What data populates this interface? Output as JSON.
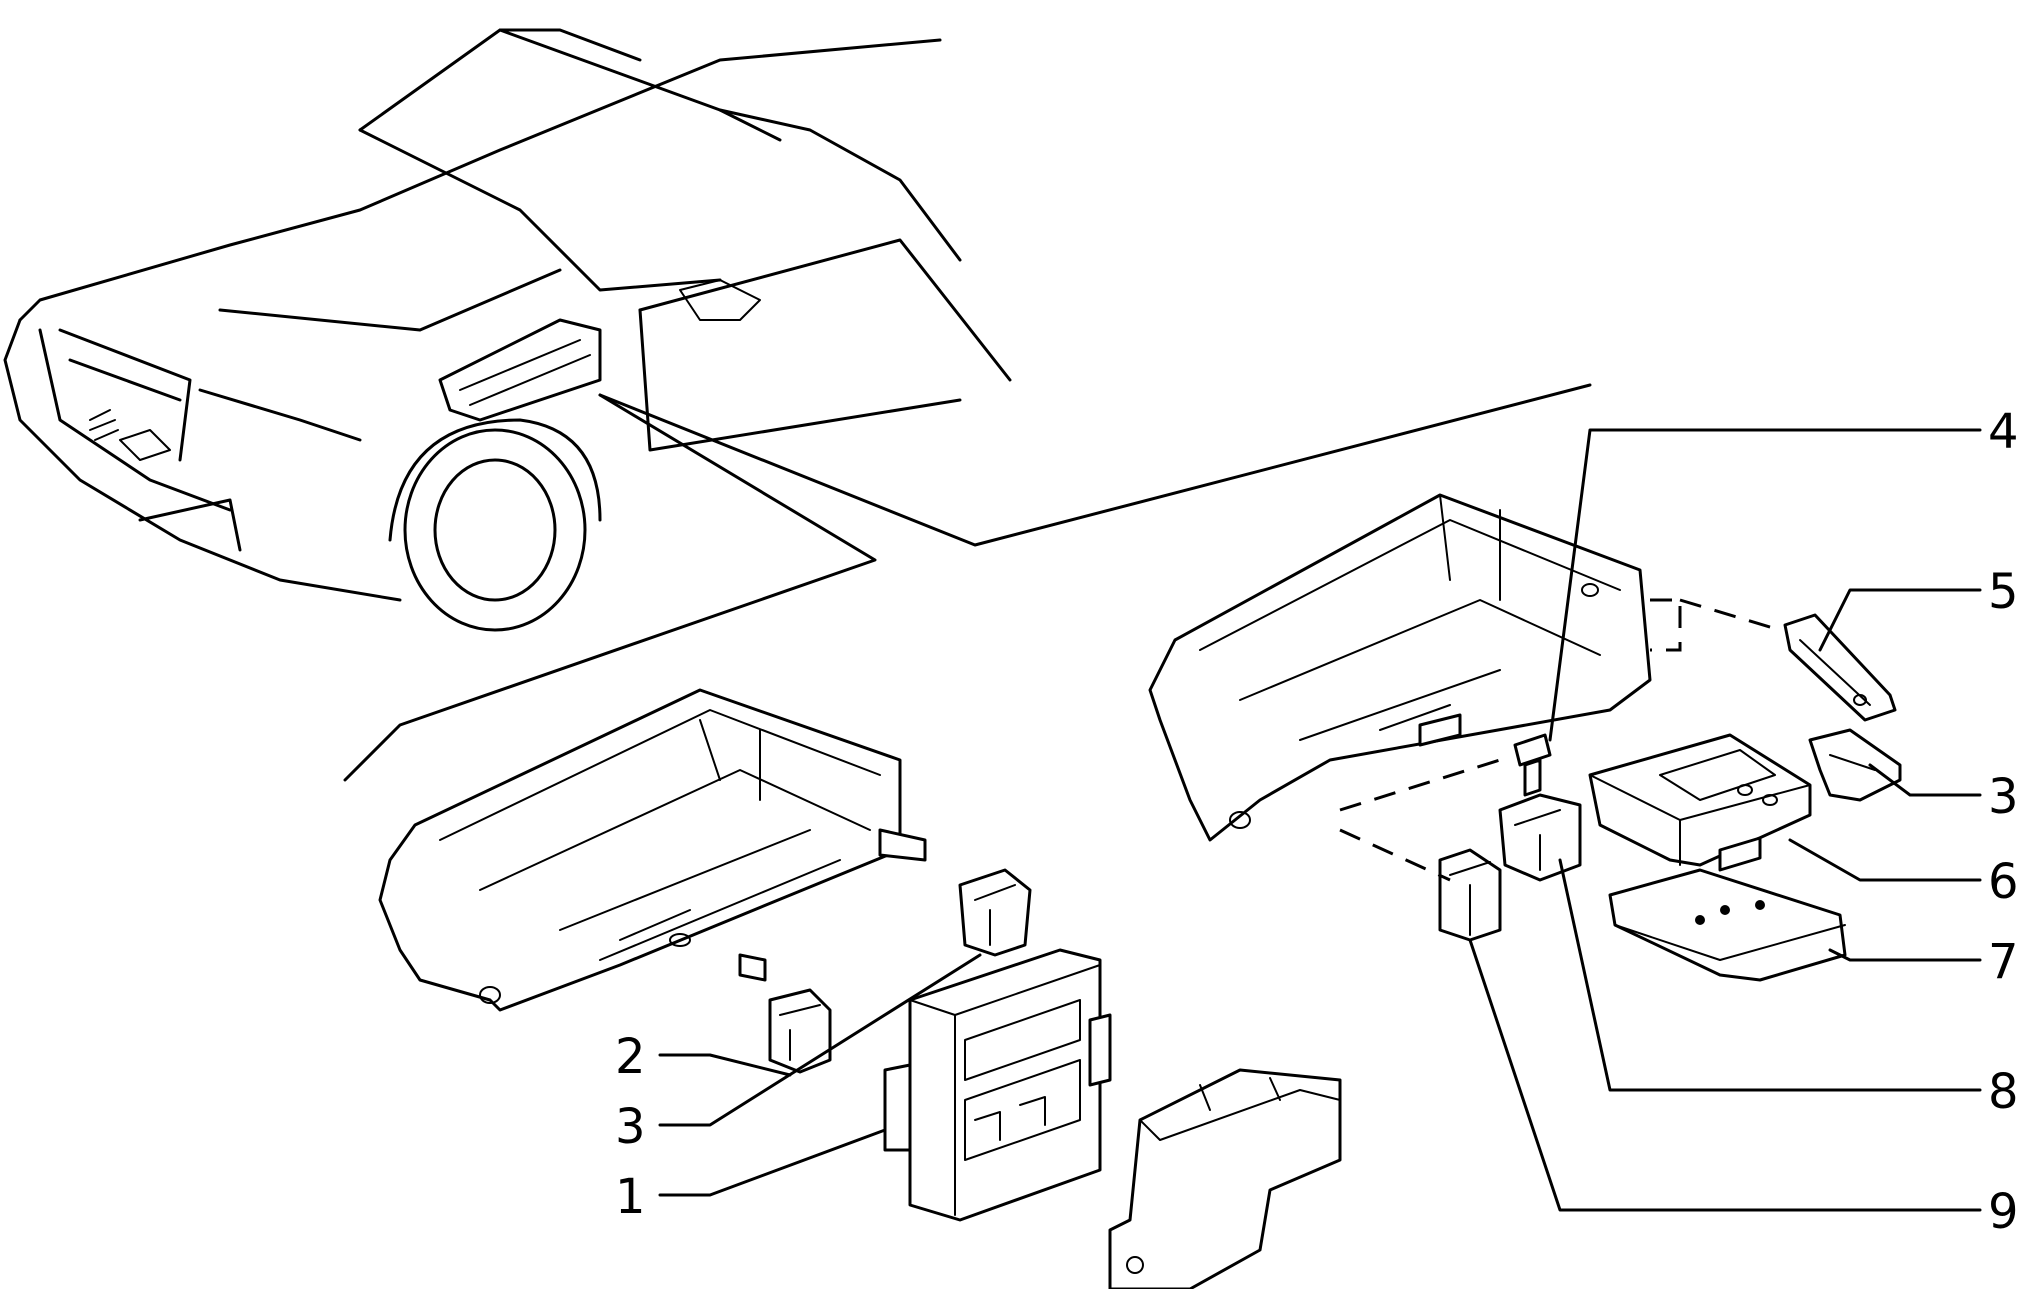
{
  "callouts": {
    "c1": "1",
    "c2": "2",
    "c3_left": "3",
    "c3_right": "3",
    "c4": "4",
    "c5": "5",
    "c6": "6",
    "c7": "7",
    "c8": "8",
    "c9": "9"
  },
  "colors": {
    "ink": "#000000",
    "paper": "#ffffff"
  }
}
